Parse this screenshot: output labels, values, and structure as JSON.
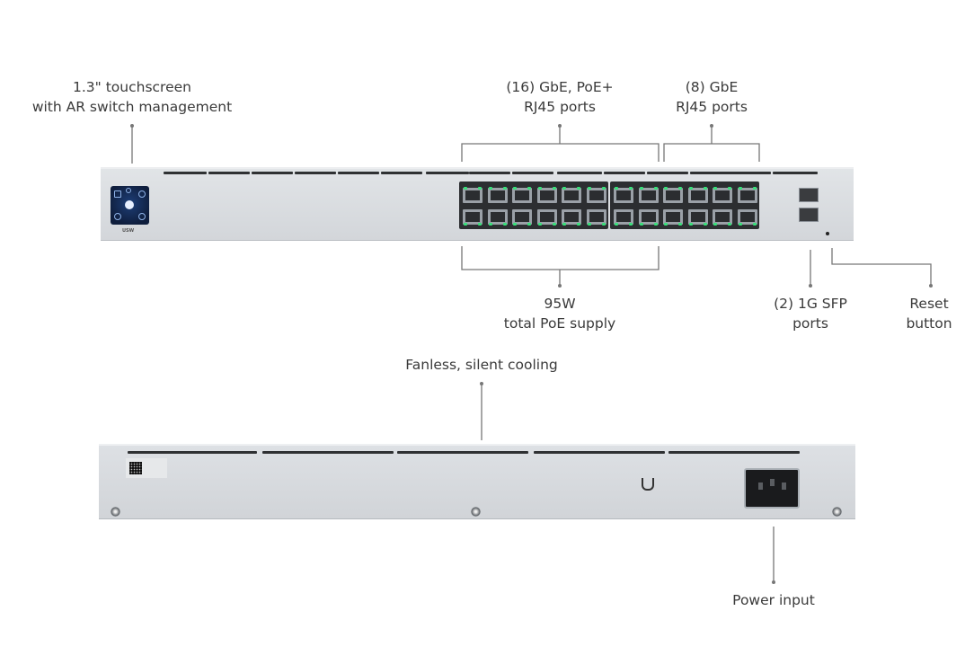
{
  "callouts": {
    "touchscreen": [
      "1.3\" touchscreen",
      "with AR switch management"
    ],
    "poe_ports": [
      "(16) GbE, PoE+",
      "RJ45 ports"
    ],
    "gbe_ports": [
      "(8) GbE",
      "RJ45 ports"
    ],
    "poe_supply": [
      "95W",
      "total PoE supply"
    ],
    "sfp_ports": [
      "(2) 1G SFP",
      "ports"
    ],
    "reset": [
      "Reset",
      "button"
    ],
    "cooling": [
      "Fanless, silent cooling"
    ],
    "power": [
      "Power input"
    ]
  },
  "device": {
    "model_badge": "USW",
    "colors": {
      "body": "#d8dbdf",
      "port_led": "#39e07a",
      "screen": "#1e3f78"
    }
  }
}
